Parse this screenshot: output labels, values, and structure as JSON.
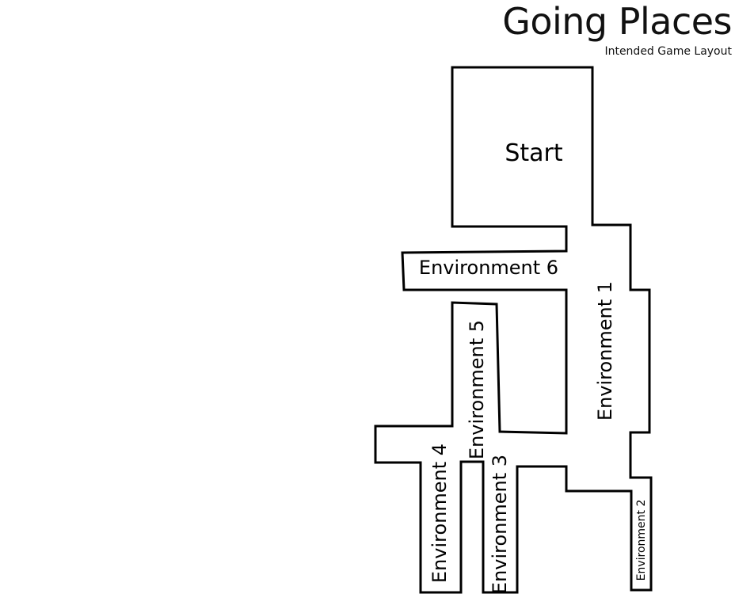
{
  "title": "Going Places",
  "subtitle": "Intended Game Layout",
  "areas": {
    "start": "Start",
    "env1": "Environment 1",
    "env2": "Environment 2",
    "env3": "Environment 3",
    "env4": "Environment 4",
    "env5": "Environment 5",
    "env6": "Environment 6"
  }
}
